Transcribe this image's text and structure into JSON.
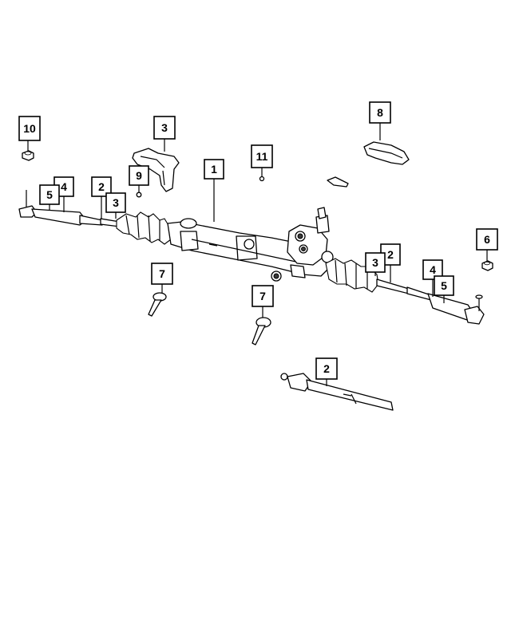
{
  "callouts": [
    {
      "id": "c10",
      "label": "10"
    },
    {
      "id": "c3a",
      "label": "3"
    },
    {
      "id": "c8",
      "label": "8"
    },
    {
      "id": "c9",
      "label": "9"
    },
    {
      "id": "c11",
      "label": "11"
    },
    {
      "id": "c1",
      "label": "1"
    },
    {
      "id": "c4a",
      "label": "4"
    },
    {
      "id": "c5a",
      "label": "5"
    },
    {
      "id": "c2a",
      "label": "2"
    },
    {
      "id": "c3b",
      "label": "3"
    },
    {
      "id": "c6",
      "label": "6"
    },
    {
      "id": "c2b",
      "label": "2"
    },
    {
      "id": "c3c",
      "label": "3"
    },
    {
      "id": "c4b",
      "label": "4"
    },
    {
      "id": "c5b",
      "label": "5"
    },
    {
      "id": "c7a",
      "label": "7"
    },
    {
      "id": "c7b",
      "label": "7"
    },
    {
      "id": "c2c",
      "label": "2"
    }
  ]
}
